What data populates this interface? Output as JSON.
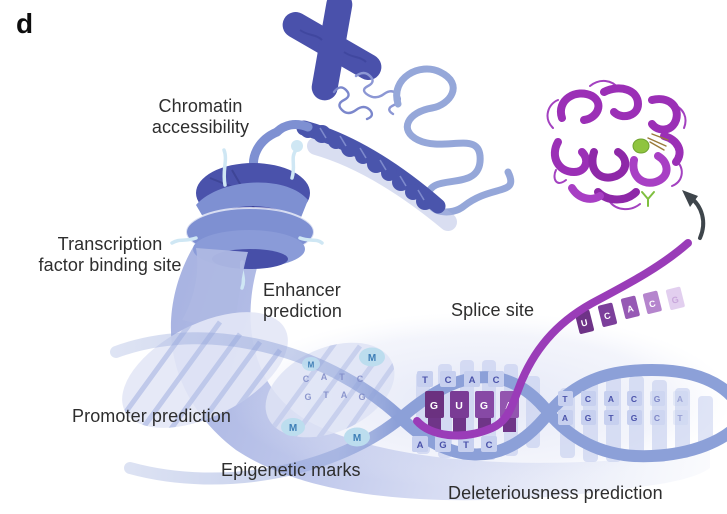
{
  "panel_label": "d",
  "labels": {
    "chromatin_accessibility": {
      "line1": "Chromatin",
      "line2": "accessibility"
    },
    "transcription_factor": {
      "line1": "Transcription",
      "line2": "factor binding site"
    },
    "enhancer": {
      "line1": "Enhancer",
      "line2": "prediction"
    },
    "splice_site": "Splice site",
    "promoter": "Promoter prediction",
    "epigenetic_marks": "Epigenetic marks",
    "deleteriousness": "Deleteriousness prediction"
  },
  "sequences": {
    "rna_overhang": [
      "U",
      "C",
      "A",
      "C",
      "G"
    ],
    "dna_center_top": [
      "T",
      "C",
      "A",
      "C"
    ],
    "rna_dna_hybrid": [
      "G",
      "U",
      "G",
      "A"
    ],
    "dna_center_bottom": [
      "A",
      "G",
      "T",
      "C"
    ],
    "dna_right_top": [
      "T",
      "C",
      "A",
      "C",
      "G",
      "A"
    ],
    "dna_right_bottom": [
      "A",
      "G",
      "T",
      "G",
      "C",
      "T"
    ],
    "dna_left_top": [
      "C",
      "A",
      "T",
      "C"
    ],
    "dna_left_bottom": [
      "G",
      "T",
      "A",
      "G"
    ],
    "methylation_mark": "M"
  },
  "icons": {
    "chromosome": "X-shaped chromosome",
    "chromatin_loops": "unfolding chromatin loops",
    "chromatin_fiber": "packed nucleosome fiber",
    "nucleosome": "DNA wrapped around histone spool",
    "dna_helix": "double helix with base-pair rungs",
    "rna_strand": "spliced RNA strand",
    "protein_structure": "protein ribbon with green ligand",
    "arrow": "curved arrow from RNA to protein"
  },
  "colors": {
    "chromosome_blue": "#4A51AB",
    "helix_blue": "#8CA0D8",
    "swoosh_light": "#AEB8E3",
    "base_box": "#C9D2F0",
    "base_letter": "#4A52AA",
    "rna_purple": "#9A3CB8",
    "hybrid_box": "#74388E",
    "protein_magenta": "#9B2FB6",
    "ligand_green": "#8FC43F",
    "methyl_fill": "#BCDDEE",
    "methyl_letter": "#3E7EB6",
    "arrow_gray": "#3E454B",
    "text": "#2E2E2E"
  }
}
